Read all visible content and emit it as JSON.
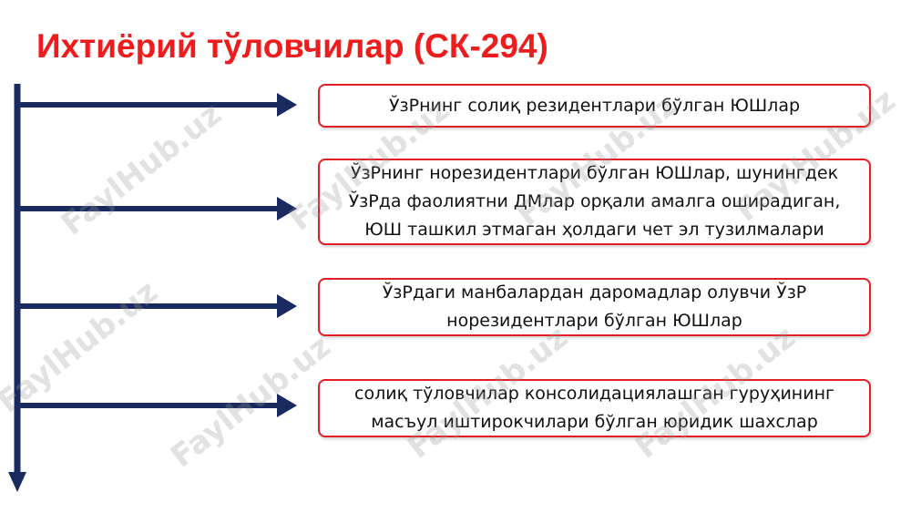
{
  "title": "Ихтиёрий тўловчилар (СК-294)",
  "colors": {
    "title": "#ee1c1c",
    "connector": "#1b2a5e",
    "box_border": "#e31e24"
  },
  "items": [
    {
      "text": "ЎзРнинг солиқ резидентлари бўлган ЮШлар"
    },
    {
      "text": "ЎзРнинг норезидентлари бўлган ЮШлар, шунингдек\nЎзРда фаолиятни ДМлар орқали амалга оширадиган,\nЮШ ташкил этмаган ҳолдаги чет эл тузилмалари"
    },
    {
      "text": "ЎзРдаги манбалардан даромадлар олувчи ЎзР\nнорезидентлари бўлган ЮШлар"
    },
    {
      "text": "солиқ тўловчилар консолидациялашган гуруҳининг\nмасъул иштирокчилари бўлган юридик шахслар"
    }
  ],
  "watermark": "FaylHub.uz"
}
